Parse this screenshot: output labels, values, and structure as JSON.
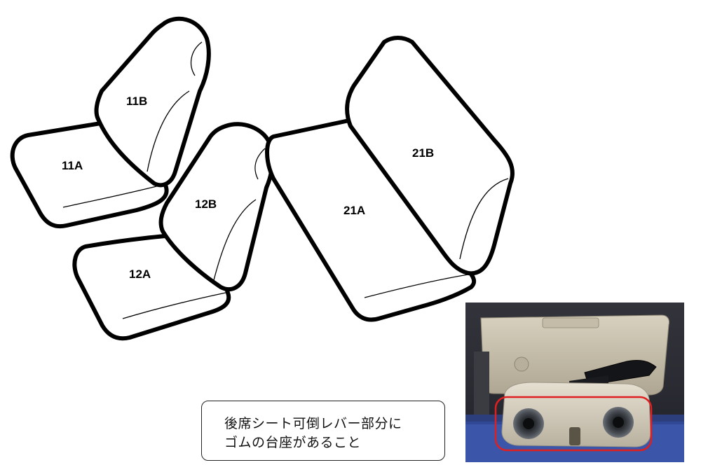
{
  "seats": {
    "11A": "11A",
    "11B": "11B",
    "12A": "12A",
    "12B": "12B",
    "21A": "21A",
    "21B": "21B"
  },
  "note": {
    "line1": "後席シート可倒レバー部分に",
    "line2": "ゴムの台座があること"
  },
  "photo": {
    "subject": "rear-seat-recline-lever-with-rubber-base",
    "highlight_color": "#e02020"
  }
}
